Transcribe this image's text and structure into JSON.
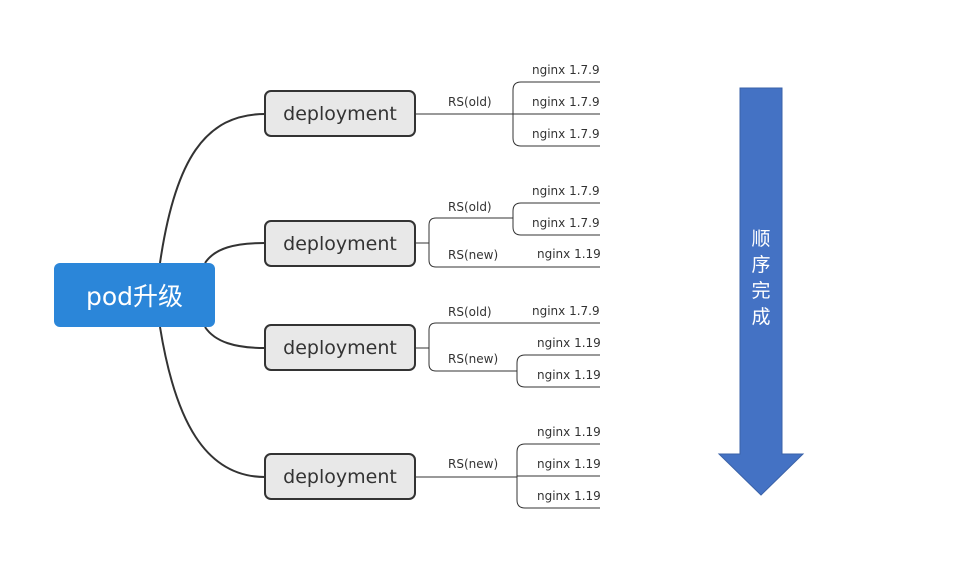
{
  "root": {
    "label": "pod升级"
  },
  "deployments": [
    {
      "label": "deployment",
      "rs": [
        {
          "label": "RS(old)",
          "pods": [
            "nginx 1.7.9",
            "nginx 1.7.9",
            "nginx 1.7.9"
          ]
        }
      ]
    },
    {
      "label": "deployment",
      "rs": [
        {
          "label": "RS(old)",
          "pods": [
            "nginx 1.7.9",
            "nginx 1.7.9"
          ]
        },
        {
          "label": "RS(new)",
          "pods": [
            "nginx 1.19"
          ]
        }
      ]
    },
    {
      "label": "deployment",
      "rs": [
        {
          "label": "RS(old)",
          "pods": [
            "nginx 1.7.9"
          ]
        },
        {
          "label": "RS(new)",
          "pods": [
            "nginx 1.19",
            "nginx 1.19"
          ]
        }
      ]
    },
    {
      "label": "deployment",
      "rs": [
        {
          "label": "RS(new)",
          "pods": [
            "nginx 1.19",
            "nginx 1.19",
            "nginx 1.19"
          ]
        }
      ]
    }
  ],
  "arrow": {
    "label": "顺序完成",
    "chars": [
      "顺",
      "序",
      "完",
      "成"
    ],
    "color": "#4472c4"
  }
}
